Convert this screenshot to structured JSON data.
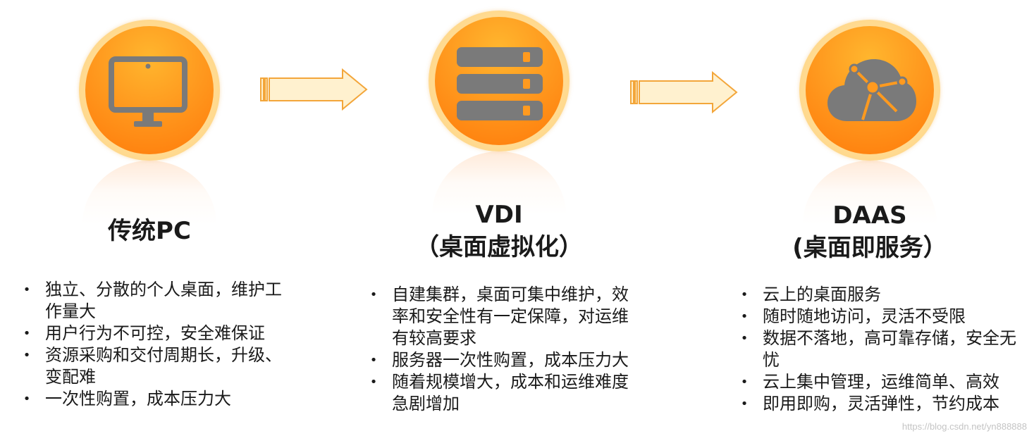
{
  "colors": {
    "circle_ring": "#ffd98e",
    "circle_fill": "#ff8c14",
    "icon_gray": "#7a7a7a",
    "arrow_fill": "#fff1cf",
    "arrow_stroke": "#f3a63a"
  },
  "stages": [
    {
      "icon": "monitor-icon",
      "title_lines": [
        "传统PC"
      ],
      "bullets": [
        "独立、分散的个人桌面，维护工作量大",
        "用户行为不可控，安全难保证",
        "资源采购和交付周期长，升级、变配难",
        "一次性购置，成本压力大"
      ]
    },
    {
      "icon": "server-icon",
      "title_lines": [
        "VDI",
        "（桌面虚拟化）"
      ],
      "bullets": [
        "自建集群，桌面可集中维护，效率和安全性有一定保障，对运维有较高要求",
        "服务器一次性购置，成本压力大",
        "随着规模增大，成本和运维难度急剧增加"
      ]
    },
    {
      "icon": "cloud-network-icon",
      "title_lines": [
        "DAAS",
        "(桌面即服务）"
      ],
      "bullets": [
        "云上的桌面服务",
        "随时随地访问，灵活不受限",
        "数据不落地，高可靠存储，安全无忧",
        "云上集中管理，运维简单、高效",
        "即用即购，灵活弹性，节约成本"
      ]
    }
  ],
  "watermark": "https://blog.csdn.net/yn888888"
}
